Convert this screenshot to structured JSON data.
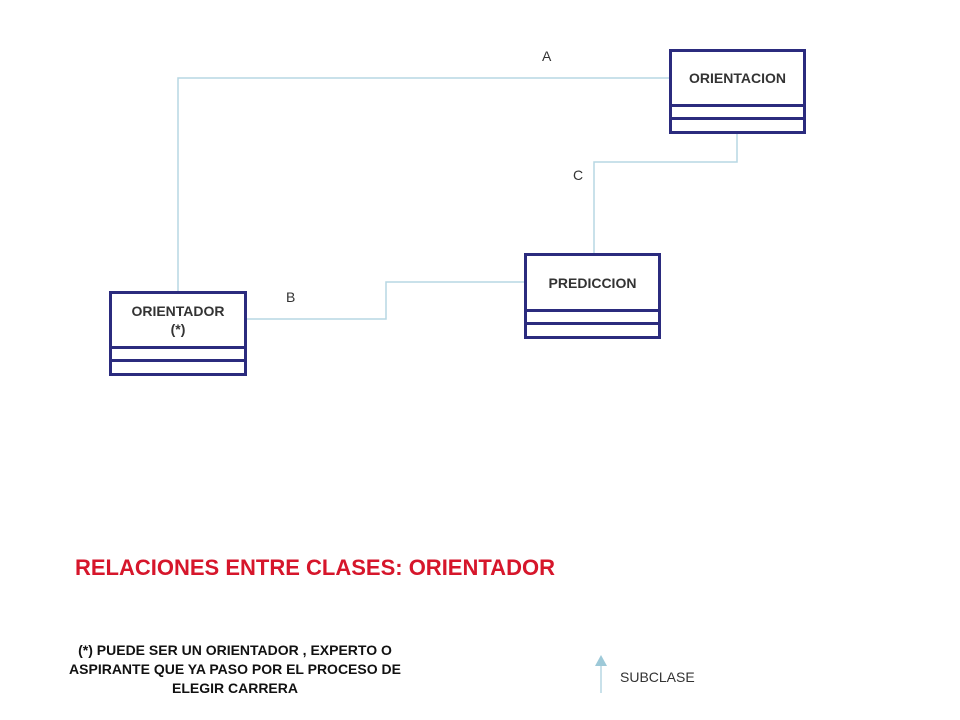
{
  "classes": {
    "orientacion": {
      "name": "ORIENTACION"
    },
    "prediccion": {
      "name": "PREDICCION"
    },
    "orientador": {
      "name_line1": "ORIENTADOR",
      "name_line2": "(*)"
    }
  },
  "associations": {
    "a": "A",
    "b": "B",
    "c": "C"
  },
  "title": "RELACIONES ENTRE CLASES: ORIENTADOR",
  "note": {
    "line1": "(*) PUEDE SER UN ORIENTADOR , EXPERTO O",
    "line2": "ASPIRANTE QUE YA PASO POR EL PROCESO DE",
    "line3": "ELEGIR CARRERA"
  },
  "legend": {
    "label": "SUBCLASE",
    "icon": "arrow-up-icon"
  },
  "colors": {
    "class_border": "#2b2b7e",
    "connector": "#b7d7e3",
    "title": "#d6162b"
  }
}
